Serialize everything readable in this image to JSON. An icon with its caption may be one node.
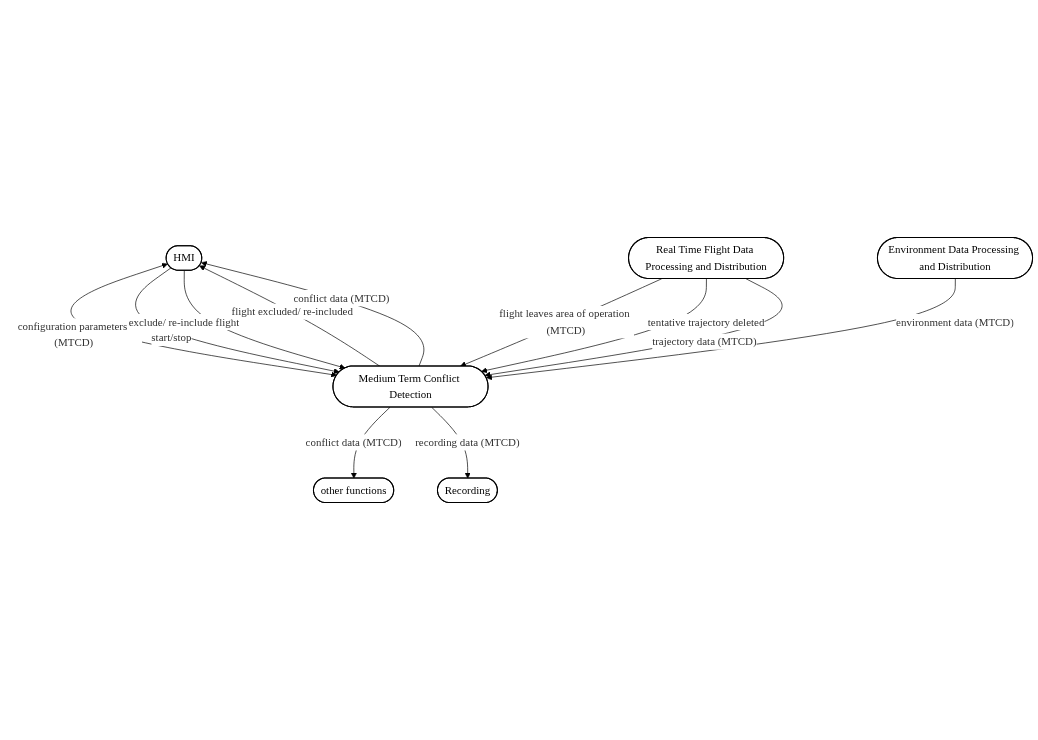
{
  "diagram": {
    "nodes": [
      {
        "text": [
          "HMI"
        ]
      },
      {
        "text": [
          "other functions"
        ]
      },
      {
        "text": [
          "Medium Term Conflict Detection"
        ]
      },
      {
        "text": [
          "Real Time Flight Data Processing and Distribution"
        ]
      },
      {
        "text": [
          "Environment Data Processing and Distribution"
        ]
      },
      {
        "text": [
          "Recording"
        ]
      }
    ],
    "edges": [
      {
        "from": 0,
        "to": 2,
        "arrow": "both",
        "label": "configuration parameters (MTCD)"
      },
      {
        "from": 0,
        "to": 2,
        "arrow": "to",
        "label": "start/stop"
      },
      {
        "from": 0,
        "to": 2,
        "arrow": "to",
        "label": "exclude/ re-include flight"
      },
      {
        "from": 2,
        "to": 0,
        "arrow": "to",
        "label": "flight excluded/ re-included"
      },
      {
        "from": 2,
        "to": 0,
        "arrow": "to",
        "label": "conflict data (MTCD)"
      },
      {
        "from": 2,
        "to": 1,
        "arrow": "to",
        "label": "conflict data (MTCD)"
      },
      {
        "from": 3,
        "to": 2,
        "arrow": "to",
        "label": "flight leaves area of operation (MTCD)"
      },
      {
        "from": 3,
        "to": 2,
        "arrow": "to",
        "label": "tentative trajectory deleted"
      },
      {
        "from": 3,
        "to": 2,
        "arrow": "to",
        "label": "trajectory data (MTCD)"
      },
      {
        "from": 4,
        "to": 2,
        "arrow": "to",
        "label": "environment data (MTCD)"
      },
      {
        "from": 2,
        "to": 5,
        "arrow": "to",
        "label": "recording data (MTCD)"
      }
    ]
  }
}
